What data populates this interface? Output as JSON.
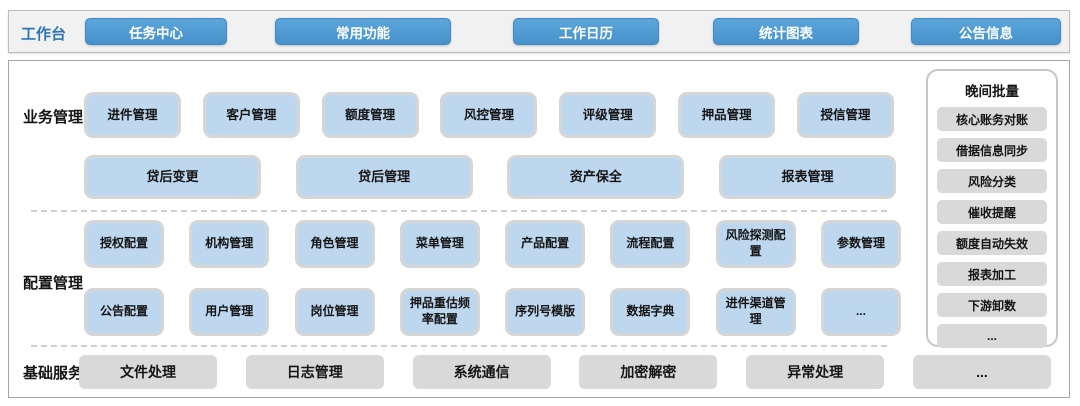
{
  "workbench": {
    "label": "工作台",
    "buttons": [
      "任务中心",
      "常用功能",
      "工作日历",
      "统计图表",
      "公告信息"
    ]
  },
  "sections": {
    "business": {
      "label": "业务管理",
      "row1": [
        "进件管理",
        "客户管理",
        "额度管理",
        "风控管理",
        "评级管理",
        "押品管理",
        "授信管理"
      ],
      "row2": [
        "贷后变更",
        "贷后管理",
        "资产保全",
        "报表管理"
      ]
    },
    "config": {
      "label": "配置管理",
      "row1": [
        "授权配置",
        "机构管理",
        "角色管理",
        "菜单管理",
        "产品配置",
        "流程配置",
        "风险探测配置",
        "参数管理"
      ],
      "row2": [
        "公告配置",
        "用户管理",
        "岗位管理",
        "押品重估频率配置",
        "序列号模版",
        "数据字典",
        "进件渠道管理",
        "..."
      ]
    },
    "basic": {
      "label": "基础服务",
      "items": [
        "文件处理",
        "日志管理",
        "系统通信",
        "加密解密",
        "异常处理",
        "..."
      ]
    },
    "batch": {
      "label": "晚间批量",
      "items": [
        "核心账务对账",
        "借据信息同步",
        "风险分类",
        "催收提醒",
        "额度自动失效",
        "报表加工",
        "下游卸数",
        "..."
      ]
    }
  },
  "colors": {
    "nav_button_blue": "#4791CD",
    "module_box_blue": "#BDD7EE",
    "box_grey": "#D9D9D9",
    "workbench_label_blue": "#2E75B6",
    "panel_border_grey": "#A6A6A6"
  }
}
